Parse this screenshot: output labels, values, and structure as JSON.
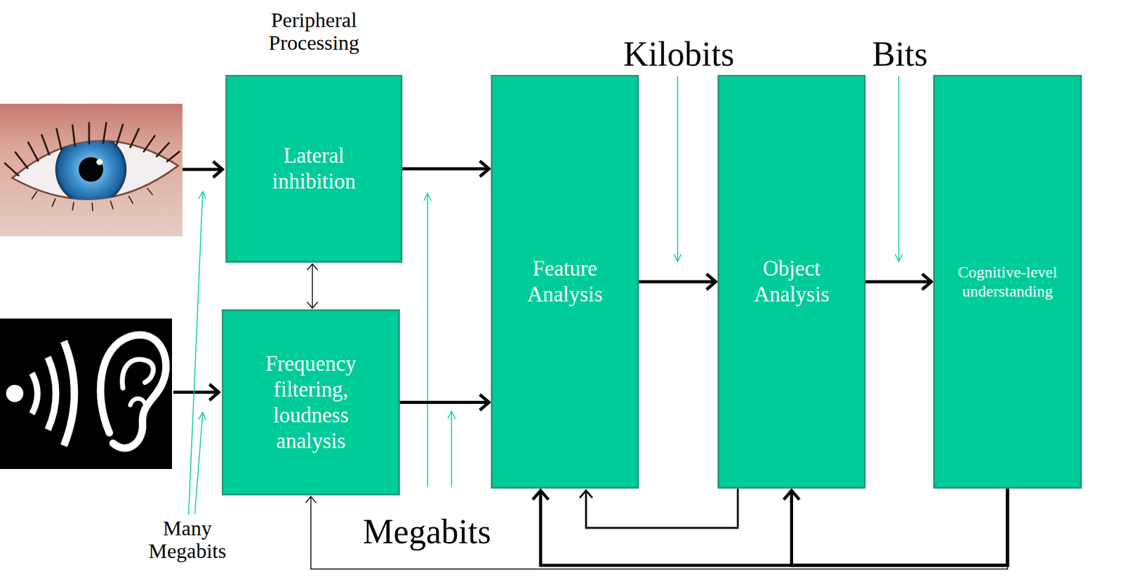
{
  "diagram": {
    "nodes": [
      {
        "text": [
          "Lateral inhibition"
        ]
      },
      {
        "text": [
          "Frequency filtering, loudness analysis"
        ]
      },
      {
        "text": [
          "Feature Analysis"
        ]
      },
      {
        "text": [
          "Object Analysis"
        ]
      },
      {
        "text": [
          "Cognitive-level understanding"
        ]
      }
    ],
    "edges": [
      {
        "from": 0,
        "to": 1,
        "arrow": "both"
      },
      {
        "from": 0,
        "to": 2,
        "arrow": "to"
      },
      {
        "from": 1,
        "to": 2,
        "arrow": "to"
      },
      {
        "from": 2,
        "to": 3,
        "arrow": "to"
      },
      {
        "from": 3,
        "to": 4,
        "arrow": "to"
      },
      {
        "from": 3,
        "to": 2,
        "arrow": "to"
      },
      {
        "from": 4,
        "to": 3,
        "arrow": "to"
      },
      {
        "from": 4,
        "to": 2,
        "arrow": "to"
      },
      {
        "from": 4,
        "to": 1,
        "arrow": "to"
      }
    ],
    "labels": [
      "Peripheral Processing",
      "Kilobits",
      "Bits",
      "Megabits",
      "Many Megabits"
    ]
  }
}
